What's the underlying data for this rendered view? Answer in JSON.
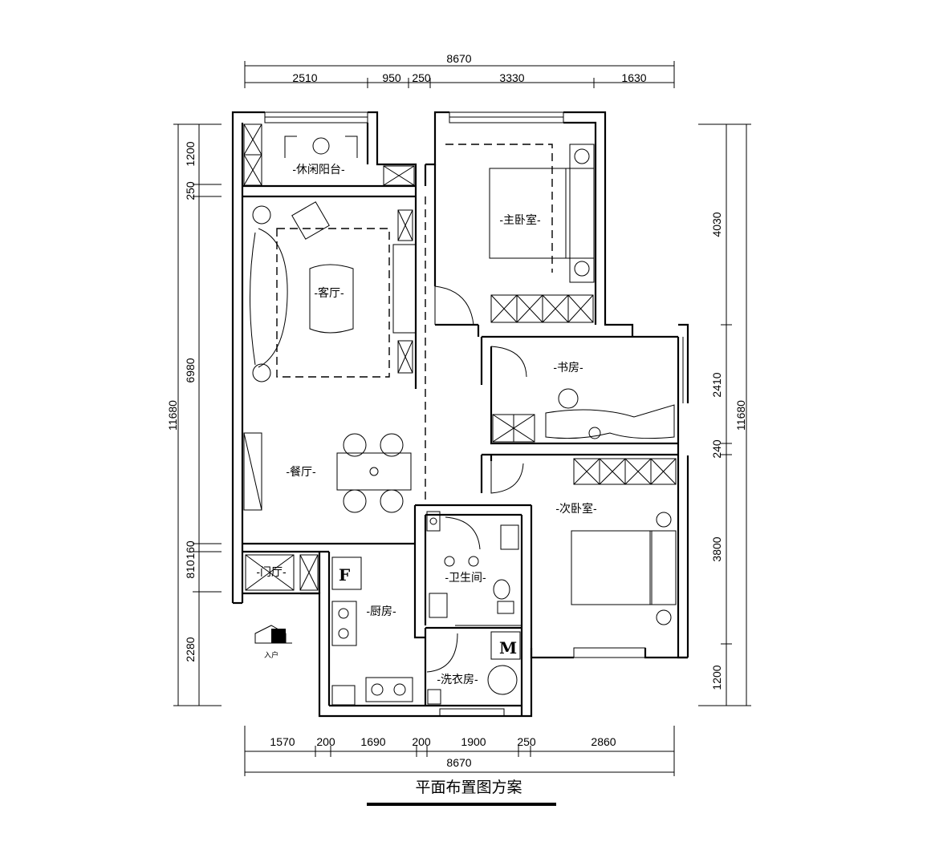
{
  "title": "平面布置图方案",
  "rooms": {
    "balcony": "-休闲阳台-",
    "master_bedroom": "-主卧室-",
    "living_room": "-客厅-",
    "study": "-书房-",
    "dining_room": "-餐厅-",
    "second_bedroom": "-次卧室-",
    "foyer": "-门厅-",
    "bathroom": "-卫生间-",
    "kitchen": "-厨房-",
    "laundry": "-洗衣房-"
  },
  "entrance_label": "入户",
  "fridge_letter": "F",
  "washer_letter": "M",
  "dimensions": {
    "top_total": "8670",
    "top": [
      "2510",
      "950",
      "250",
      "3330",
      "1630"
    ],
    "bottom": [
      "1570",
      "200",
      "1690",
      "200",
      "1900",
      "250",
      "2860"
    ],
    "bottom_total": "8670",
    "left_total": "11680",
    "left": [
      "1200",
      "250",
      "6980",
      "160",
      "810",
      "2280"
    ],
    "right_total": "11680",
    "right": [
      "4030",
      "2410",
      "240",
      "3800",
      "1200"
    ]
  }
}
